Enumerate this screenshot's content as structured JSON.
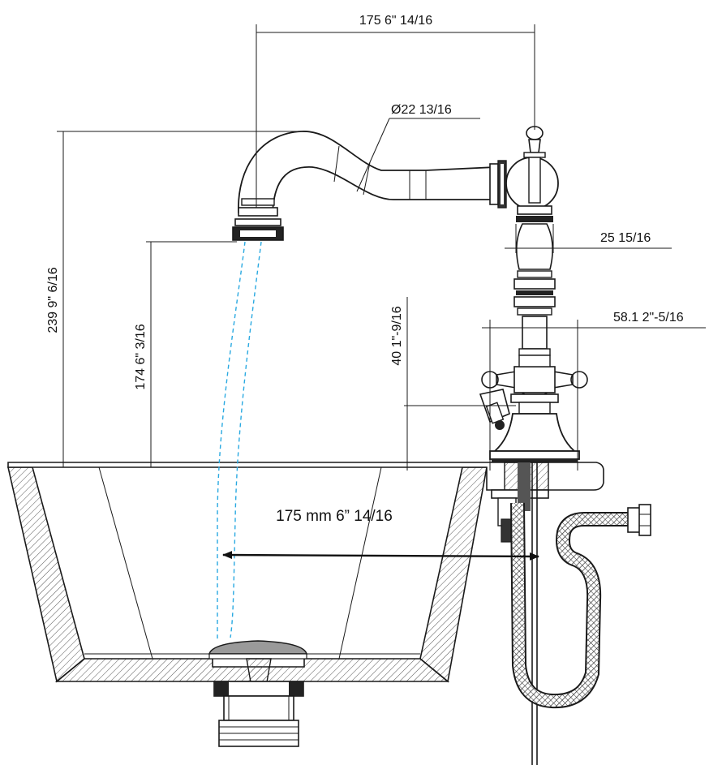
{
  "dimensions": {
    "top_width": "175 6\" 14/16",
    "pipe_diameter": "Ø22  13/16",
    "stem_width": "25 15/16",
    "base_width": "58.1 2\"-5/16",
    "total_height": "239 9\" 6/16",
    "spout_height": "174 6\" 3/16",
    "handle_height": "40 1\"-9/16",
    "basin_reach": "175 mm 6” 14/16"
  },
  "colors": {
    "line": "#1a1a1a",
    "water": "#29a9e1",
    "hatch": "#555555",
    "hose": "#333333"
  }
}
